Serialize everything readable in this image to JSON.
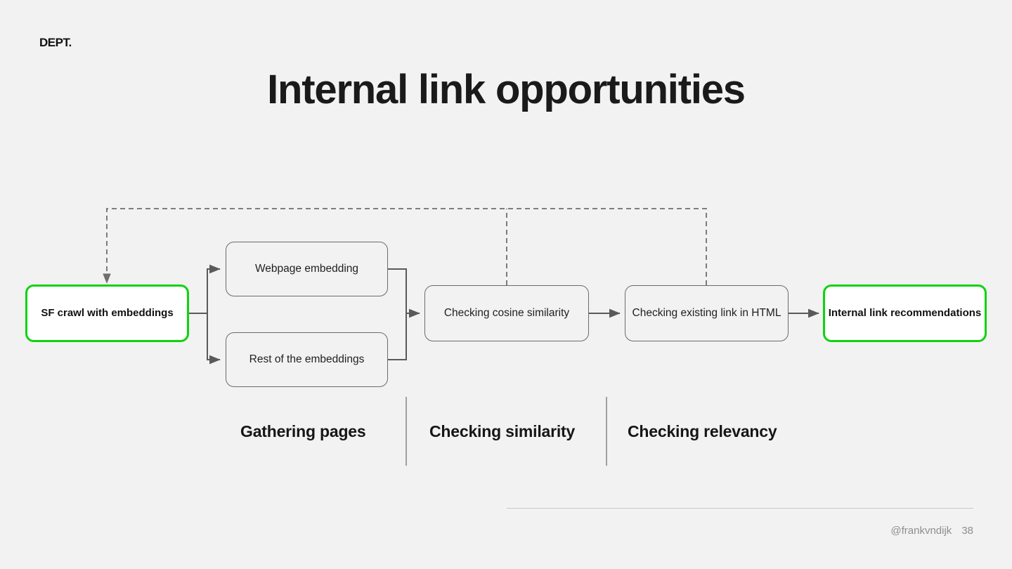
{
  "brand": {
    "logo_text": "DEPT."
  },
  "slide": {
    "title": "Internal link opportunities"
  },
  "diagram": {
    "nodes": [
      {
        "id": "sf",
        "label": "SF crawl with embeddings",
        "style": "accent"
      },
      {
        "id": "webpage",
        "label": "Webpage embedding",
        "style": "plain"
      },
      {
        "id": "rest",
        "label": "Rest of the embeddings",
        "style": "plain"
      },
      {
        "id": "cosine",
        "label": "Checking cosine similarity",
        "style": "plain"
      },
      {
        "id": "html",
        "label": "Checking existing link in HTML",
        "style": "plain"
      },
      {
        "id": "reco",
        "label": "Internal link recommendations",
        "style": "accent"
      }
    ],
    "phases": [
      {
        "label": "Gathering pages"
      },
      {
        "label": "Checking similarity"
      },
      {
        "label": "Checking relevancy"
      }
    ],
    "colors": {
      "accent_green": "#0ed30e",
      "node_stroke": "#6b6b6b",
      "connector": "#5a5a5a",
      "dashed_connector": "#6e6e6e",
      "background": "#f2f2f2"
    }
  },
  "footer": {
    "handle": "@frankvndijk",
    "page_number": "38"
  }
}
